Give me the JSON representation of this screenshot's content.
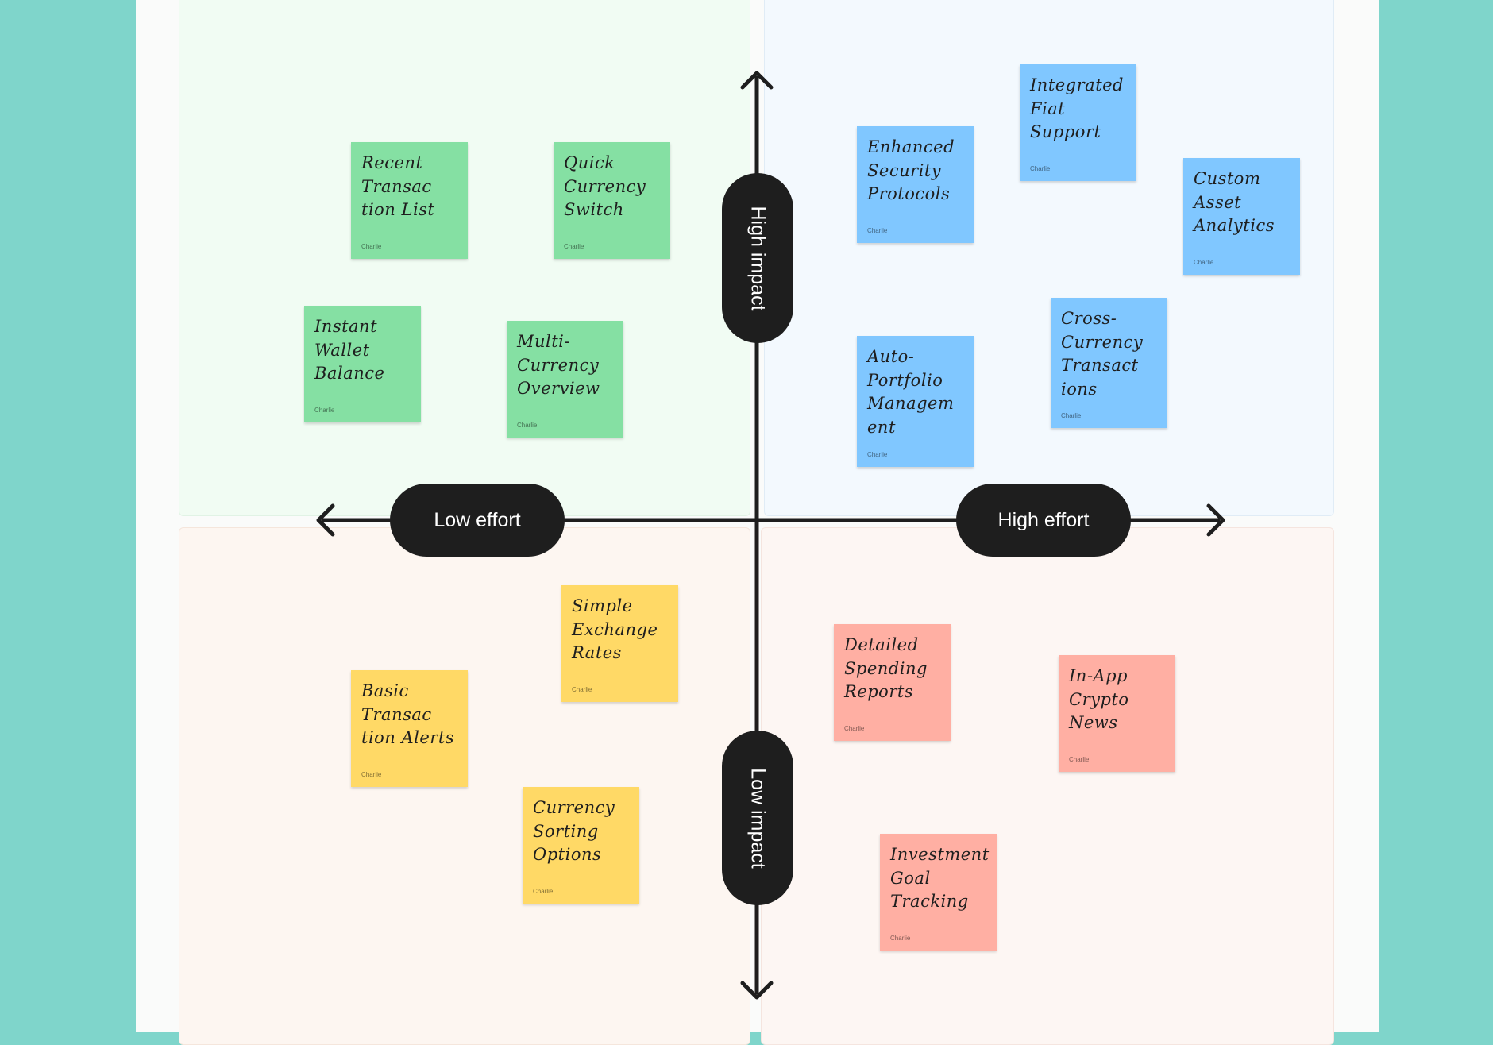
{
  "axes": {
    "high_impact": "High impact",
    "low_impact": "Low impact",
    "low_effort": "Low effort",
    "high_effort": "High effort"
  },
  "colors": {
    "canvas_background": "#7fd5cb",
    "axis": "#1e1e1e",
    "green_note": "#85e0a3",
    "blue_note": "#80c7ff",
    "yellow_note": "#ffd966",
    "red_note": "#ffafa3"
  },
  "notes": [
    {
      "text": "Recent\nTransac\ntion List",
      "author": "Charlie",
      "color": "green"
    },
    {
      "text": "Quick\nCurrency\nSwitch",
      "author": "Charlie",
      "color": "green"
    },
    {
      "text": "Instant\nWallet\nBalance",
      "author": "Charlie",
      "color": "green"
    },
    {
      "text": "Multi-\nCurrency\nOverview",
      "author": "Charlie",
      "color": "green"
    },
    {
      "text": "Integrated\nFiat\nSupport",
      "author": "Charlie",
      "color": "blue"
    },
    {
      "text": "Enhanced\nSecurity\nProtocols",
      "author": "Charlie",
      "color": "blue"
    },
    {
      "text": "Custom\nAsset\nAnalytics",
      "author": "Charlie",
      "color": "blue"
    },
    {
      "text": "Auto-\nPortfolio\nManagem\nent",
      "author": "Charlie",
      "color": "blue"
    },
    {
      "text": "Cross-\nCurrency\nTransact\nions",
      "author": "Charlie",
      "color": "blue"
    },
    {
      "text": "Simple\nExchange\nRates",
      "author": "Charlie",
      "color": "yellow"
    },
    {
      "text": "Basic\nTransac\ntion Alerts",
      "author": "Charlie",
      "color": "yellow"
    },
    {
      "text": "Currency\nSorting\nOptions",
      "author": "Charlie",
      "color": "yellow"
    },
    {
      "text": "Detailed\nSpending\nReports",
      "author": "Charlie",
      "color": "red"
    },
    {
      "text": "In-App\nCrypto\nNews",
      "author": "Charlie",
      "color": "red"
    },
    {
      "text": "Investment\nGoal\nTracking",
      "author": "Charlie",
      "color": "red"
    }
  ]
}
